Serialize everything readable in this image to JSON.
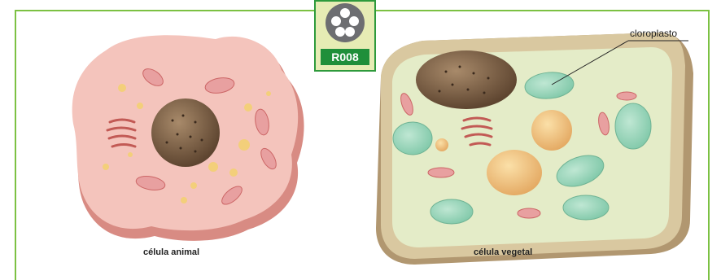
{
  "badge": {
    "code": "R008",
    "icon": "film-reel-icon"
  },
  "captions": {
    "animal": "célula animal",
    "vegetal": "célula vegetal"
  },
  "labels": {
    "chloroplast": "cloroplasto"
  },
  "colors": {
    "frame": "#7cc143",
    "badge_bg": "#e6ecb4",
    "badge_code_bg": "#1f8f3a"
  }
}
